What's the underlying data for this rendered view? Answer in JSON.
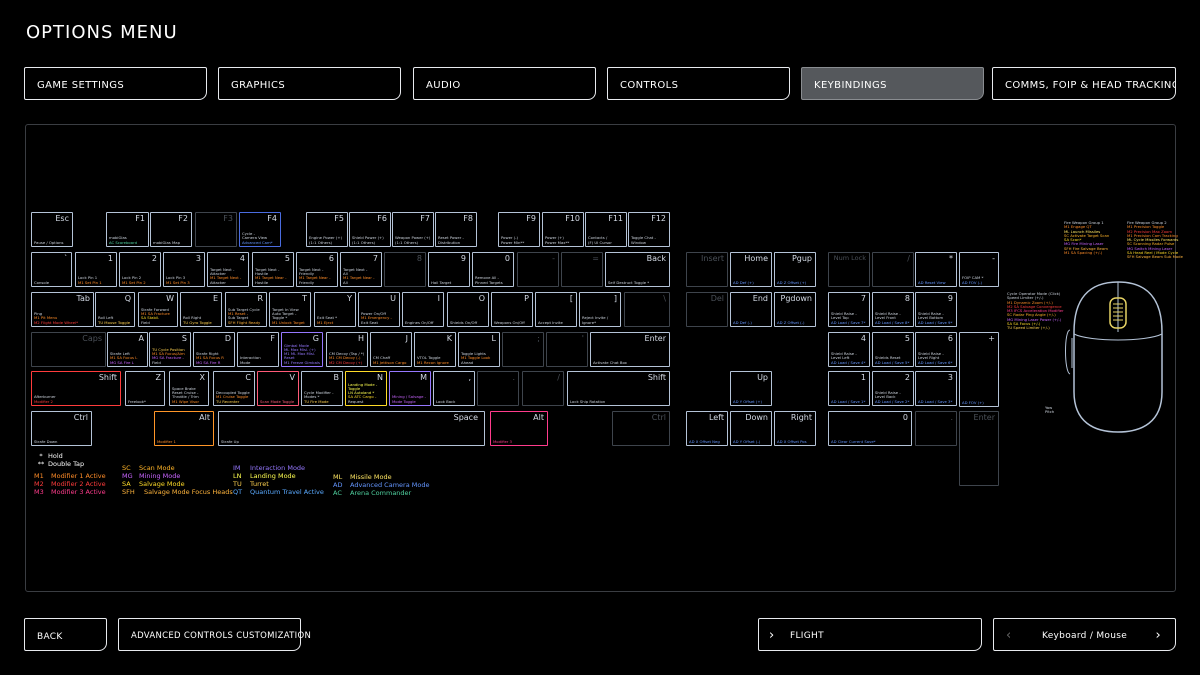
{
  "title": "OPTIONS MENU",
  "tabs": [
    {
      "label": "GAME SETTINGS",
      "active": false
    },
    {
      "label": "GRAPHICS",
      "active": false
    },
    {
      "label": "AUDIO",
      "active": false
    },
    {
      "label": "CONTROLS",
      "active": false
    },
    {
      "label": "KEYBINDINGS",
      "active": true
    },
    {
      "label": "COMMS, FOIP & HEAD TRACKING",
      "active": false
    }
  ],
  "colors": {
    "M1": "#ff8c28",
    "M2": "#ff3c3c",
    "M3": "#ff3c8c",
    "SC": "#ffb428",
    "MG": "#c864ff",
    "SA": "#ffdc28",
    "SFH": "#ffb43c",
    "IM": "#9678ff",
    "LN": "#ffff50",
    "TU": "#ffd250",
    "QT": "#5aaaff",
    "ML": "#ffe664",
    "AD": "#6496ff",
    "AC": "#50d2a0",
    "hold": "#ffffff"
  },
  "keys": [
    {
      "l": "Esc",
      "b": [
        "Pause / Options"
      ]
    },
    {
      "l": "F1",
      "b": [
        "mobiGlas",
        "AC Scoreboard"
      ]
    },
    {
      "l": "F2",
      "b": [
        "mobiGlas Map"
      ]
    },
    {
      "l": "F3",
      "b": []
    },
    {
      "l": "F4",
      "b": [
        "Cycle -",
        "Camera View",
        "Advanced Cam*"
      ]
    },
    {
      "l": "F5",
      "b": [
        "Engine Power (+)",
        "(1:1 Others)"
      ]
    },
    {
      "l": "F6",
      "b": [
        "Shield Power (+)",
        "(1:1 Others)"
      ]
    },
    {
      "l": "F7",
      "b": [
        "Weapon Power (+)",
        "(1:1 Others)"
      ]
    },
    {
      "l": "F8",
      "b": [
        "Reset Power -",
        "Distribution"
      ]
    },
    {
      "l": "F9",
      "b": [
        "Power (-)",
        "Power Min**"
      ]
    },
    {
      "l": "F10",
      "b": [
        "Power (+)",
        "Power Max**"
      ]
    },
    {
      "l": "F11",
      "b": [
        "Contacts /",
        "(F) UI Cursor"
      ]
    },
    {
      "l": "F12",
      "b": [
        "Toggle Chat -",
        "Window"
      ]
    },
    {
      "l": "`",
      "b": [
        "Console"
      ]
    },
    {
      "l": "1",
      "b": [
        "Lock Pin 1",
        "M1 Set Pin 1"
      ]
    },
    {
      "l": "2",
      "b": [
        "Lock Pin 2",
        "M1 Set Pin 2"
      ]
    },
    {
      "l": "3",
      "b": [
        "Lock Pin 3",
        "M1 Set Pin 3"
      ]
    },
    {
      "l": "4",
      "b": [
        "Target Next -",
        "Attacker",
        "M1 Target Next -",
        "Attacker"
      ]
    },
    {
      "l": "5",
      "b": [
        "Target Next -",
        "Hostile",
        "M1 Target Near -",
        "Hostile"
      ]
    },
    {
      "l": "6",
      "b": [
        "Target Next -",
        "Friendly",
        "M1 Target Near -",
        "Friendly"
      ]
    },
    {
      "l": "7",
      "b": [
        "Target Next -",
        "All",
        "M1 Target Near -",
        "All"
      ]
    },
    {
      "l": "8",
      "b": []
    },
    {
      "l": "9",
      "b": [
        "Hail Target"
      ]
    },
    {
      "l": "0",
      "b": [
        "Remove All -",
        "Pinned Targets"
      ]
    },
    {
      "l": "-",
      "b": []
    },
    {
      "l": "=",
      "b": []
    },
    {
      "l": "Back",
      "b": [
        "Self Destruct Toggle *"
      ]
    },
    {
      "l": "Tab",
      "b": [
        "Ping",
        "M1 Pit Menu",
        "M2 Flight Mode Wheel*"
      ]
    },
    {
      "l": "Q",
      "b": [
        "Roll Left",
        "TU Mouse Toggle"
      ]
    },
    {
      "l": "W",
      "b": [
        "Strafe Forward",
        "M1 SA Fracture",
        "SA Stabil.",
        "Field"
      ]
    },
    {
      "l": "E",
      "b": [
        "Roll Right",
        "TU Gyro Toggle"
      ]
    },
    {
      "l": "R",
      "b": [
        "Sub Target Cycle",
        "M1 Reset -",
        "Sub Target",
        "SFH Flight Ready"
      ]
    },
    {
      "l": "T",
      "b": [
        "Target In View",
        "Auto Target -",
        "Toggle *",
        "M1 Unlock Target"
      ]
    },
    {
      "l": "Y",
      "b": [
        "Exit Seat *",
        "M1 Eject"
      ]
    },
    {
      "l": "U",
      "b": [
        "Power On/Off",
        "M1 Emergency -",
        "Exit Seat"
      ]
    },
    {
      "l": "I",
      "b": [
        "Engines On/Off"
      ]
    },
    {
      "l": "O",
      "b": [
        "Shields On/Off"
      ]
    },
    {
      "l": "P",
      "b": [
        "Weapons On/Off"
      ]
    },
    {
      "l": "[",
      "b": [
        "Accept Invite"
      ]
    },
    {
      "l": "]",
      "b": [
        "Reject Invite /",
        "Ignore*"
      ]
    },
    {
      "l": "\\",
      "b": []
    },
    {
      "l": "Caps",
      "b": []
    },
    {
      "l": "A",
      "b": [
        "Strafe Left",
        "M1 SA Focus L",
        "MG SA Fire L"
      ]
    },
    {
      "l": "S",
      "b": [
        "TU Cycle Position",
        "M1 SA Focus/Aim",
        "MG SA Fracture -",
        "Field"
      ]
    },
    {
      "l": "D",
      "b": [
        "Strafe Right",
        "M1 SA Focus R",
        "MG SA Fire R"
      ]
    },
    {
      "l": "F",
      "b": [
        "Interaction",
        "Mode"
      ]
    },
    {
      "l": "G",
      "b": [
        "Gimbal Mode",
        "ML Max Misl. (+)",
        "M1 ML Max Misl.",
        "Reset",
        "M1 Freeze Gimbals"
      ]
    },
    {
      "l": "H",
      "b": [
        "CM Decoy (Tap / *)",
        "M1 CM Decoy (-)",
        "M2 CM Decoy (+)"
      ]
    },
    {
      "l": "J",
      "b": [
        "CM Chaff",
        "M1 Jettison Cargo"
      ]
    },
    {
      "l": "K",
      "b": [
        "VTOL Toggle",
        "M1 Recon Ignore"
      ]
    },
    {
      "l": "L",
      "b": [
        "Toggle Lights",
        "M1 Toggle Look",
        "Ahead"
      ]
    },
    {
      "l": ";",
      "b": []
    },
    {
      "l": "'",
      "b": []
    },
    {
      "l": "Enter",
      "b": [
        "Activate Chat Box"
      ]
    },
    {
      "l": "Shift",
      "b": [
        "Afterburner",
        "Modifier 2"
      ]
    },
    {
      "l": "Z",
      "b": [
        "Freelook*"
      ]
    },
    {
      "l": "X",
      "b": [
        "Space Brake",
        "Reset Cruise -",
        "Throttle / Trim",
        "M1 Wipe Visor"
      ]
    },
    {
      "l": "C",
      "b": [
        "Decoupled Toggle",
        "M1 Cruise Toggle",
        "TU Recenter"
      ]
    },
    {
      "l": "V",
      "b": [
        "Scan Mode Toggle"
      ]
    },
    {
      "l": "B",
      "b": [
        "Cycle Modifier -",
        "Modes *",
        "TU Fire Mode"
      ]
    },
    {
      "l": "N",
      "b": [
        "Landing Mode -",
        "Toggle",
        "LN Autoland *",
        "SA ATC Cargo -",
        "Request"
      ]
    },
    {
      "l": "M",
      "b": [
        "Mining / Salvage -",
        "Mode Toggle"
      ]
    },
    {
      "l": ",",
      "b": [
        "Look Back"
      ]
    },
    {
      "l": ".",
      "b": []
    },
    {
      "l": "/",
      "b": []
    },
    {
      "l": "Shift",
      "b": [
        "Lock Ship Rotation"
      ]
    },
    {
      "l": "Ctrl",
      "b": [
        "Strafe Down"
      ]
    },
    {
      "l": "Alt",
      "b": [
        "Modifier 1"
      ]
    },
    {
      "l": "Space",
      "b": [
        "Strafe Up"
      ]
    },
    {
      "l": "Alt",
      "b": [
        "Modifier 3"
      ]
    },
    {
      "l": "Ctrl",
      "b": []
    },
    {
      "l": "Insert",
      "b": []
    },
    {
      "l": "Home",
      "b": [
        "AD Def (+)"
      ]
    },
    {
      "l": "Pgup",
      "b": [
        "AD Z Offset (+)"
      ]
    },
    {
      "l": "Del",
      "b": []
    },
    {
      "l": "End",
      "b": [
        "AD Def (-)"
      ]
    },
    {
      "l": "Pgdown",
      "b": [
        "AD Z Offset (-)"
      ]
    },
    {
      "l": "Up",
      "b": [
        "AD Y Offset (+)"
      ]
    },
    {
      "l": "Left",
      "b": [
        "AD X Offset Neg"
      ]
    },
    {
      "l": "Down",
      "b": [
        "AD Y Offset (-)"
      ]
    },
    {
      "l": "Right",
      "b": [
        "AD X Offset Pos"
      ]
    },
    {
      "l": "Num Lock",
      "b": []
    },
    {
      "l": "/",
      "b": []
    },
    {
      "l": "*",
      "b": [
        "AD Reset View"
      ]
    },
    {
      "l": "-",
      "b": [
        "FOIP CAM *",
        "AD FOV (-)"
      ]
    },
    {
      "l": "7",
      "b": [
        "Shield Raise -",
        "Level Top",
        "AD Load / Save 7*"
      ]
    },
    {
      "l": "8",
      "b": [
        "Shield Raise -",
        "Level Front",
        "AD Load / Save 8*"
      ]
    },
    {
      "l": "9",
      "b": [
        "Shield Raise -",
        "Level Bottom",
        "AD Load / Save 9*"
      ]
    },
    {
      "l": "+",
      "b": [
        "AD FOV (+)"
      ]
    },
    {
      "l": "4",
      "b": [
        "Shield Raise -",
        "Level Left",
        "AD Load / Save 4*"
      ]
    },
    {
      "l": "5",
      "b": [
        "Shields Reset",
        "AD Load / Save 5*"
      ]
    },
    {
      "l": "6",
      "b": [
        "Shield Raise -",
        "Level Right",
        "AD Load / Save 6*"
      ]
    },
    {
      "l": "1",
      "b": [
        "AD Load / Save 1*"
      ]
    },
    {
      "l": "2",
      "b": [
        "Shield Raise -",
        "Level Back",
        "AD Load / Save 2*"
      ]
    },
    {
      "l": "3",
      "b": [
        "AD Load / Save 3*"
      ]
    },
    {
      "l": "Enter",
      "b": []
    },
    {
      "l": "0",
      "b": [
        "AD Clear Current Save*"
      ]
    },
    {
      "l": ".",
      "b": []
    }
  ],
  "legend_hold": [
    {
      "sym": "*",
      "text": "Hold"
    },
    {
      "sym": "**",
      "text": "Double Tap"
    }
  ],
  "legend_mods": [
    {
      "ab": "M1",
      "text": "Modifier 1 Active"
    },
    {
      "ab": "M2",
      "text": "Modifier 2 Active"
    },
    {
      "ab": "M3",
      "text": "Modifier 3 Active"
    }
  ],
  "legend_modes_1": [
    {
      "ab": "SC",
      "text": "Scan Mode"
    },
    {
      "ab": "MG",
      "text": "Mining Mode"
    },
    {
      "ab": "SA",
      "text": "Salvage Mode"
    },
    {
      "ab": "SFH",
      "text": "Salvage Mode Focus Heads"
    }
  ],
  "legend_modes_2": [
    {
      "ab": "IM",
      "text": "Interaction Mode"
    },
    {
      "ab": "LN",
      "text": "Landing Mode"
    },
    {
      "ab": "TU",
      "text": "Turret"
    },
    {
      "ab": "QT",
      "text": "Quantum Travel Active"
    }
  ],
  "legend_modes_3": [
    {
      "ab": "ML",
      "text": "Missile Mode"
    },
    {
      "ab": "AD",
      "text": "Advanced Camera Mode"
    },
    {
      "ab": "AC",
      "text": "Arena Commander"
    }
  ],
  "mouse": {
    "left": [
      "Fire Weapon Group 1",
      "M1 Engage QT",
      "ML Launch Missiles",
      "SC Activate Target Scan",
      "SA Scan*",
      "MG Fire Mining Laser",
      "SFH Fire Salvage Beam",
      "M1 SA Spacing (+/-)"
    ],
    "right": [
      "Fire Weapon Group 2",
      "M1 Precision Toggle",
      "M2 Precision Max Zoom",
      "M1 Precision Cam Tracking",
      "ML Cycle Missiles Forwards",
      "SC Scanning Radar Pulse",
      "MG Switch Mining Laser",
      "SA Head Reel / Mode Cycle",
      "SFH Salvage Beam Sub Mode"
    ],
    "wheel": [
      "Cycle Operator Mode (Click)",
      "Speed Limiter (+/-)",
      "M1 Dynamic Zoom (+/-)",
      "M2 SA Salvage Convergence",
      "M3 IFCS Acceleration Modifier",
      "SC Radar Ping Angle (+/-)",
      "MG Mining Laser Power (+/-)",
      "SA SA Focus (+/-)",
      "TU Speed Limiter (+/-)"
    ],
    "axis": [
      "Yaw",
      "Pitch"
    ]
  },
  "buttons": {
    "back": "BACK",
    "advanced": "ADVANCED CONTROLS CUSTOMIZATION",
    "flight": "FLIGHT",
    "device": "Keyboard / Mouse"
  }
}
